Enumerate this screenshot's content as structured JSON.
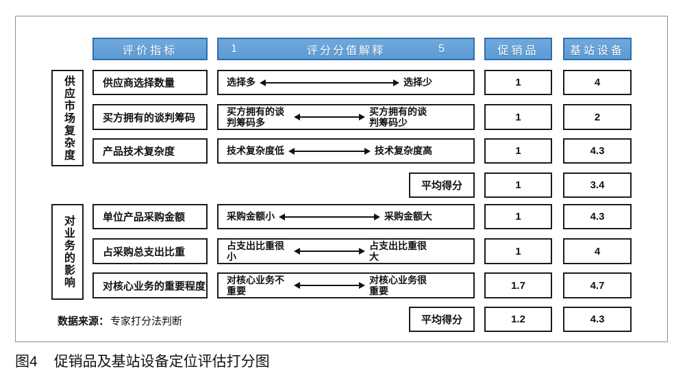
{
  "palette": {
    "header_fill": "#5B9BD5",
    "header_border": "#2E6DA8",
    "box_border": "#1a1a1a",
    "frame_border": "#8c8c8c"
  },
  "header": {
    "criteria": "评价指标",
    "scale_min": "1",
    "scale_title": "评分分值解释",
    "scale_max": "5",
    "promo": "促销品",
    "base": "基站设备"
  },
  "groups": [
    {
      "label": "供应市场复杂度"
    },
    {
      "label": "对业务的影响"
    }
  ],
  "rows": [
    {
      "criteria": "供应商选择数量",
      "anchor_low": "选择多",
      "anchor_high": "选择少",
      "promo": "1",
      "base": "4"
    },
    {
      "criteria": "买方拥有的谈判筹码",
      "anchor_low": "买方拥有的谈判筹码多",
      "anchor_high": "买方拥有的谈判筹码少",
      "promo": "1",
      "base": "2"
    },
    {
      "criteria": "产品技术复杂度",
      "anchor_low": "技术复杂度低",
      "anchor_high": "技术复杂度高",
      "promo": "1",
      "base": "4.3"
    },
    {
      "criteria": "单位产品采购金额",
      "anchor_low": "采购金额小",
      "anchor_high": "采购金额大",
      "promo": "1",
      "base": "4.3"
    },
    {
      "criteria": "占采购总支出比重",
      "anchor_low": "占支出比重很小",
      "anchor_high": "占支出比重很大",
      "promo": "1",
      "base": "4"
    },
    {
      "criteria": "对核心业务的重要程度",
      "anchor_low": "对核心业务不重要",
      "anchor_high": "对核心业务很重要",
      "promo": "1.7",
      "base": "4.7"
    }
  ],
  "averages": [
    {
      "label": "平均得分",
      "promo": "1",
      "base": "3.4"
    },
    {
      "label": "平均得分",
      "promo": "1.2",
      "base": "4.3"
    }
  ],
  "source": {
    "label": "数据来源：",
    "value": "专家打分法判断"
  },
  "figure": {
    "caption_label": "图4",
    "caption_title": "促销品及基站设备定位评估打分图"
  }
}
